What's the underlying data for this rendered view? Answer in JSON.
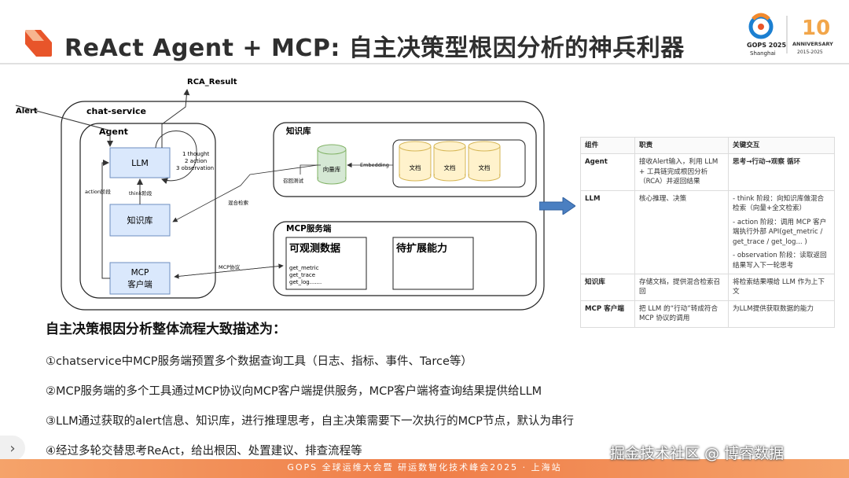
{
  "header": {
    "title": "ReAct Agent + MCP: 自主决策型根因分析的神兵利器",
    "logo": {
      "event": "GOPS 2025",
      "city": "Shanghai",
      "anniversary": "ANNIVERSARY",
      "years": "2015-2025",
      "number": "10"
    },
    "accent_color": "#e8552a"
  },
  "diagram": {
    "result": "RCA_Result",
    "alert": "Alert",
    "chat_service": "chat-service",
    "agent": "Agent",
    "llm": "LLM",
    "loop_1": "1 thought",
    "loop_2": "2 action",
    "loop_3": "3 observation",
    "action_stage": "action阶段",
    "think_stage": "think阶段",
    "kb_node": "知识库",
    "mcp_client_1": "MCP",
    "mcp_client_2": "客户端",
    "kb_panel": "知识库",
    "vector_db": "向量库",
    "embedding": "Embedding",
    "recall_test": "召回测试",
    "doc_1": "文档",
    "doc_2": "文档",
    "doc_3": "文档",
    "hybrid_search": "混合检索",
    "mcp_protocol": "MCP协议",
    "mcp_server": "MCP服务端",
    "observable": "可观测数据",
    "tool_1": "get_metric",
    "tool_2": "get_trace",
    "tool_3": "get_log.......",
    "extend": "待扩展能力",
    "colors": {
      "node_fill": "#dae8fc",
      "node_stroke": "#6c8ebf",
      "cyl_fill": "#d5e8d4",
      "cyl_stroke": "#82b366",
      "doc_fill": "#fff2cc",
      "doc_stroke": "#d6b656"
    }
  },
  "description": {
    "heading": "自主决策根因分析整体流程大致描述为：",
    "steps": [
      "①chatservice中MCP服务端预置多个数据查询工具（日志、指标、事件、Tarce等）",
      "②MCP服务端的多个工具通过MCP协议向MCP客户端提供服务，MCP客户端将查询结果提供给LLM",
      "③LLM通过获取的alert信息、知识库，进行推理思考，自主决策需要下一次执行的MCP节点，默认为串行",
      "④经过多轮交替思考ReAct，给出根因、处置建议、排查流程等"
    ]
  },
  "table": {
    "headers": [
      "组件",
      "职责",
      "关键交互"
    ],
    "rows": [
      {
        "component": "Agent",
        "duty": "接收Alert输入，利用 LLM + 工具链完成根因分析（RCA）并返回结果",
        "interaction": [
          "思考→行动→观察 循环"
        ]
      },
      {
        "component": "LLM",
        "duty": "核心推理、决策",
        "interaction": [
          "- think 阶段：向知识库做混合检索（向量+全文检索）",
          "- action 阶段：调用 MCP 客户端执行外部 API(get_metric / get_trace / get_log... )",
          "- observation 阶段：读取返回结果写入下一轮思考"
        ]
      },
      {
        "component": "知识库",
        "duty": "存储文档，提供混合检索召回",
        "interaction": [
          "将检索结果喂给 LLM 作为上下文"
        ]
      },
      {
        "component": "MCP 客户端",
        "duty": "把 LLM 的“行动”转成符合 MCP 协议的调用",
        "interaction": [
          "为LLM提供获取数据的能力"
        ]
      }
    ]
  },
  "watermark": "掘金技术社区 @ 博睿数据",
  "footer": "GOPS 全球运维大会暨 研运数智化技术峰会2025 · 上海站",
  "side_button": "›"
}
